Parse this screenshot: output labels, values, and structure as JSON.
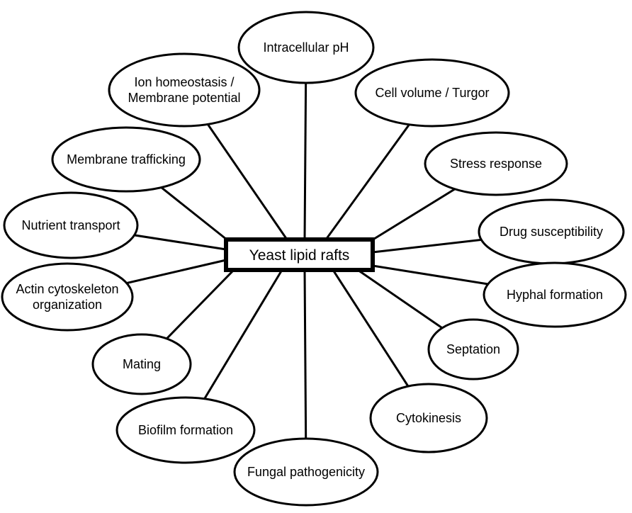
{
  "hub": {
    "label": "Yeast lipid rafts"
  },
  "nodes": [
    {
      "id": "intracellular-ph",
      "lines": [
        "Intracellular pH"
      ]
    },
    {
      "id": "ion-homeostasis",
      "lines": [
        "Ion homeostasis /",
        "Membrane potential"
      ]
    },
    {
      "id": "cell-volume",
      "lines": [
        "Cell volume / Turgor"
      ]
    },
    {
      "id": "membrane-trafficking",
      "lines": [
        "Membrane trafficking"
      ]
    },
    {
      "id": "stress-response",
      "lines": [
        "Stress response"
      ]
    },
    {
      "id": "nutrient-transport",
      "lines": [
        "Nutrient transport"
      ]
    },
    {
      "id": "drug-susceptibility",
      "lines": [
        "Drug susceptibility"
      ]
    },
    {
      "id": "actin-cytoskeleton",
      "lines": [
        "Actin cytoskeleton",
        "organization"
      ]
    },
    {
      "id": "hyphal-formation",
      "lines": [
        "Hyphal formation"
      ]
    },
    {
      "id": "septation",
      "lines": [
        "Septation"
      ]
    },
    {
      "id": "mating",
      "lines": [
        "Mating"
      ]
    },
    {
      "id": "cytokinesis",
      "lines": [
        "Cytokinesis"
      ]
    },
    {
      "id": "biofilm-formation",
      "lines": [
        "Biofilm formation"
      ]
    },
    {
      "id": "fungal-pathogenicity",
      "lines": [
        "Fungal pathogenicity"
      ]
    }
  ]
}
